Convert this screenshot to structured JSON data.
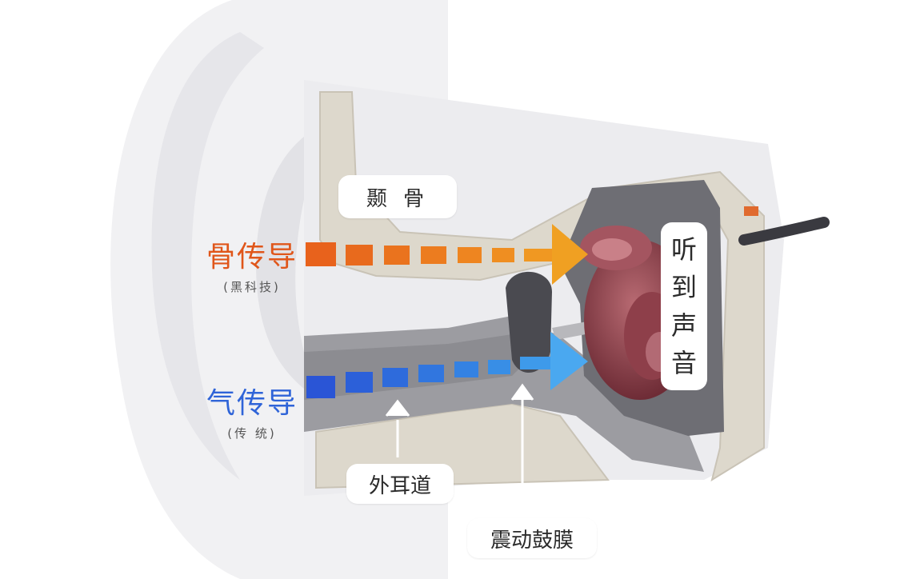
{
  "labels": {
    "temporal_bone": "颞 骨",
    "bone_conduction": "骨传导",
    "bone_conduction_sub": "(黑科技)",
    "air_conduction": "气传导",
    "air_conduction_sub": "(传 统)",
    "ear_canal": "外耳道",
    "eardrum": "震动鼓膜",
    "hear_sound": [
      "听",
      "到",
      "声",
      "音"
    ]
  },
  "colors": {
    "bone_arrow": "#e8651e",
    "air_arrow": "#2f6fe0",
    "bone_text": "#e0561a",
    "air_text": "#2f64d8",
    "skin": "#f3f3f5",
    "bone": "#ddd8cc",
    "canal": "#9a9a9e",
    "cochlea": "#8a3b45"
  }
}
